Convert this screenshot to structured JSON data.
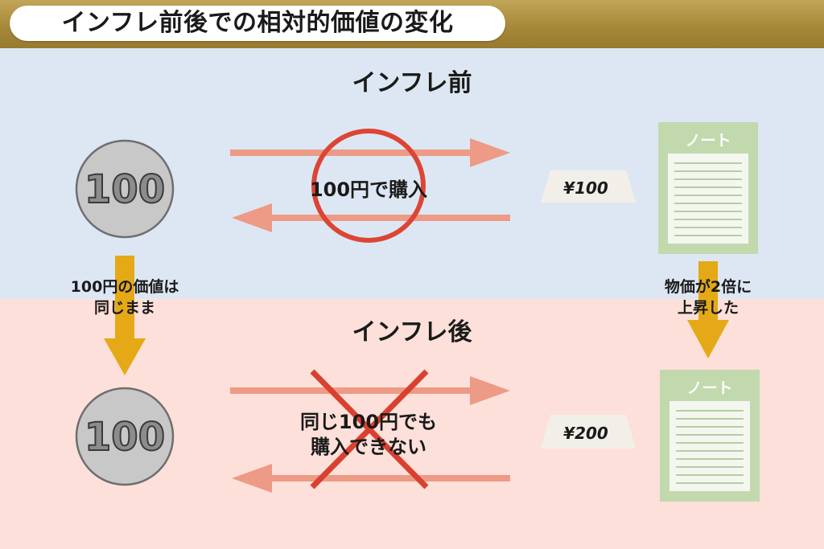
{
  "title": "インフレ前後での相対的価値の変化",
  "before": {
    "heading": "インフレ前",
    "coin_value": "100",
    "action_label": "100円で購入",
    "price_tag": "¥100",
    "notebook_label": "ノート"
  },
  "after": {
    "heading": "インフレ後",
    "coin_value": "100",
    "action_line1": "同じ100円でも",
    "action_line2": "購入できない",
    "price_tag": "¥200",
    "notebook_label": "ノート"
  },
  "notes": {
    "coin_line1": "100円の価値は",
    "coin_line2": "同じまま",
    "price_line1": "物価が2倍に",
    "price_line2": "上昇した"
  },
  "colors": {
    "header_gold": "#a8893a",
    "before_bg": "#dde7f3",
    "after_bg": "#fde0d9",
    "arrow_salmon": "#ed9a86",
    "circle_red": "#dc4535",
    "cross_red": "#d94030",
    "down_arrow": "#e5a917",
    "notebook_green": "#c2d9ae",
    "coin_gray": "#c8c8c8"
  }
}
